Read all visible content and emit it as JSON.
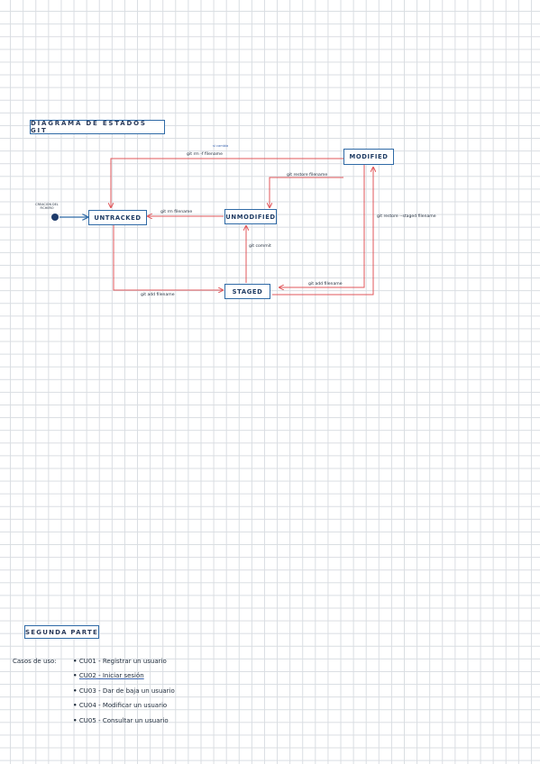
{
  "diagram": {
    "title": "DIAGRAMA DE ESTADOS GIT",
    "states": {
      "modified": "MODIFIED",
      "untracked": "UNTRACKED",
      "unmodified": "UNMODIFIED",
      "staged": "STAGED"
    },
    "start_label": "CREACIÓN DEL FICHERO",
    "transitions": {
      "rm_f": "git rm -f filename",
      "rm_f_note": "si cambia",
      "restore": "git restore filename",
      "rm": "git rm filename",
      "restore_staged": "git restore --staged filename",
      "commit": "git commit",
      "add_modified": "git add filename",
      "add_untracked": "git add filename"
    },
    "colors": {
      "box": "#2f6aa6",
      "arrow": "#e0575b",
      "start": "#1e3b6b"
    }
  },
  "second": {
    "title": "SEGUNDA PARTE",
    "use_cases_label": "Casos de uso:",
    "use_cases": [
      "CU01 - Registrar un usuario",
      "CU02 - Iniciar sesión",
      "CU03 - Dar de baja un usuario",
      "CU04 - Modificar un usuario",
      "CU05 - Consultar un usuario"
    ]
  }
}
